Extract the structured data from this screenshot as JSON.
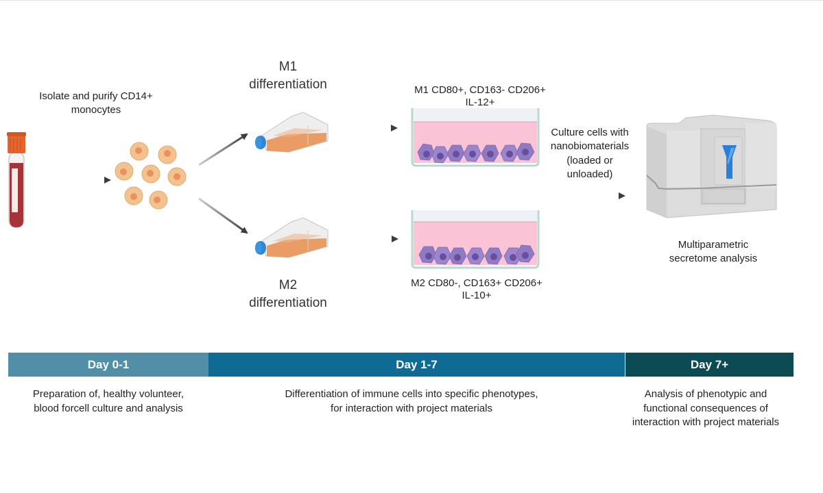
{
  "diagram": {
    "steps": {
      "isolate": "Isolate and purify CD14+ monocytes",
      "isolate_lines": [
        "Isolate and purify CD14+",
        "monocytes"
      ],
      "m1_title": [
        "M1",
        "differentiation"
      ],
      "m2_title": [
        "M2",
        "differentiation"
      ],
      "m1_markers": [
        "M1 CD80+, CD163- CD206+",
        "IL-12+"
      ],
      "m2_markers": [
        "M2 CD80-, CD163+ CD206+",
        "IL-10+"
      ],
      "culture": [
        "Culture cells with",
        "nanobiomaterials",
        "(loaded or",
        "unloaded)"
      ],
      "analysis": [
        "Multiparametric",
        "secretome analysis"
      ]
    },
    "icons": [
      "blood-tube-icon",
      "monocytes-icon",
      "culture-flask-icon",
      "culture-dish-icon",
      "secretome-analyzer-icon",
      "arrow-icon"
    ],
    "colors": {
      "day0": "#528ea6",
      "day1": "#0f6b93",
      "day7": "#0c4a54",
      "arrow": "#3c3c3c",
      "cell_body": "#f3c28e",
      "cell_nucleus": "#e8935f",
      "macrophage": "#8f7ac4",
      "medium": "#fac4d6",
      "blood": "#a8323a",
      "cap_orange": "#e4652e",
      "flask_cap": "#2f86d3"
    }
  },
  "timeline": [
    {
      "label": "Day 0-1",
      "desc": [
        "Preparation of, healthy volunteer,",
        "blood forcell culture and analysis"
      ]
    },
    {
      "label": "Day 1-7",
      "desc": [
        "Differentiation of immune cells into specific phenotypes,",
        "for interaction with project materials"
      ]
    },
    {
      "label": "Day 7+",
      "desc": [
        "Analysis of phenotypic and",
        "functional consequences of",
        "interaction with project materials"
      ]
    }
  ]
}
